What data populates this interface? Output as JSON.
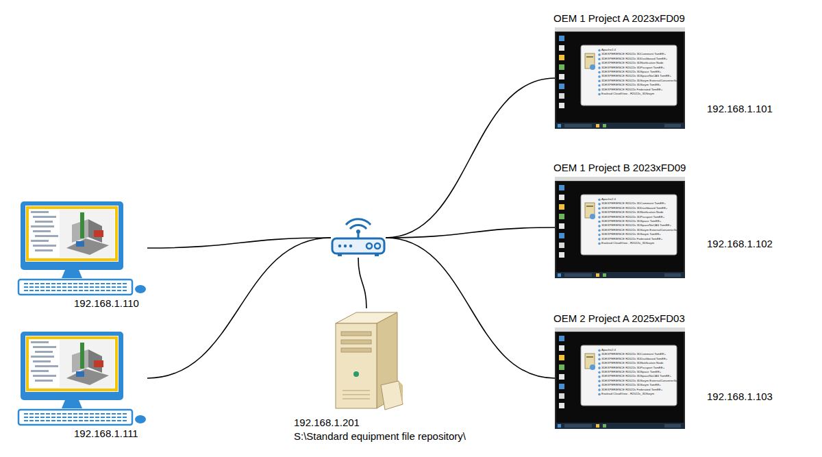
{
  "diagram": {
    "nodes": [
      {
        "text": [
          "192.168.1.110"
        ]
      },
      {
        "text": [
          "192.168.1.111"
        ]
      },
      {
        "text": []
      },
      {
        "text": [
          "192.168.1.201",
          "S:\\Standard equipment file repository\\"
        ]
      },
      {
        "text": [
          "OEM 1 Project A 2023xFD09",
          "192.168.1.101"
        ]
      },
      {
        "text": [
          "OEM 1 Project B 2023xFD09",
          "192.168.1.102"
        ]
      },
      {
        "text": [
          "OEM 2 Project A 2025xFD03",
          "192.168.1.103"
        ]
      }
    ],
    "edges": [
      {
        "from": 0,
        "to": 2,
        "arrow": "none"
      },
      {
        "from": 1,
        "to": 2,
        "arrow": "none"
      },
      {
        "from": 2,
        "to": 3,
        "arrow": "none"
      },
      {
        "from": 2,
        "to": 4,
        "arrow": "none"
      },
      {
        "from": 2,
        "to": 5,
        "arrow": "none"
      },
      {
        "from": 2,
        "to": 6,
        "arrow": "none"
      }
    ],
    "labels": [
      "Apache2.4",
      "3DEXPERIENCE R2022x 3DComment TomEE+",
      "3DEXPERIENCE R2022x 3DDashboard TomEE+",
      "3DEXPERIENCE R2022x 3DNotification Node",
      "3DEXPERIENCE R2022x 3DPassport TomEE+",
      "3DEXPERIENCE R2022x 3DSpace TomEE+",
      "3DEXPERIENCE R2022x 3DSpaceNoCAS TomEE+",
      "3DEXPERIENCE R2022x 3DSwym ExternalConverterSvc",
      "3DEXPERIENCE R2022x 3DSwym TomEE+",
      "3DEXPERIENCE R2022x Federated TomEE+",
      "Exalead CloudView - R2022x_3DSwym",
      "Apache2.4",
      "3DEXPERIENCE R2022x 3DComment TomEE+",
      "3DEXPERIENCE R2022x 3DDashboard TomEE+",
      "3DEXPERIENCE R2022x 3DNotification Node",
      "3DEXPERIENCE R2022x 3DPassport TomEE+",
      "3DEXPERIENCE R2022x 3DSpace TomEE+",
      "3DEXPERIENCE R2022x 3DSpaceNoCAS TomEE+",
      "3DEXPERIENCE R2022x 3DSwym ExternalConverterSvc",
      "3DEXPERIENCE R2022x 3DSwym TomEE+",
      "3DEXPERIENCE R2022x Federated TomEE+",
      "Exalead CloudView - R2022x_3DSwym",
      "Apache2.4",
      "3DEXPERIENCE R2022x 3DComment TomEE+",
      "3DEXPERIENCE R2022x 3DDashboard TomEE+",
      "3DEXPERIENCE R2022x 3DNotification Node",
      "3DEXPERIENCE R2022x 3DPassport TomEE+",
      "3DEXPERIENCE R2022x 3DSpace TomEE+",
      "3DEXPERIENCE R2022x 3DSpaceNoCAS TomEE+",
      "3DEXPERIENCE R2022x 3DSwym ExternalConverterSvc",
      "3DEXPERIENCE R2022x 3DSwym TomEE+",
      "3DEXPERIENCE R2022x Federated TomEE+",
      "Exalead CloudView - R2022x_3DSwym"
    ]
  }
}
